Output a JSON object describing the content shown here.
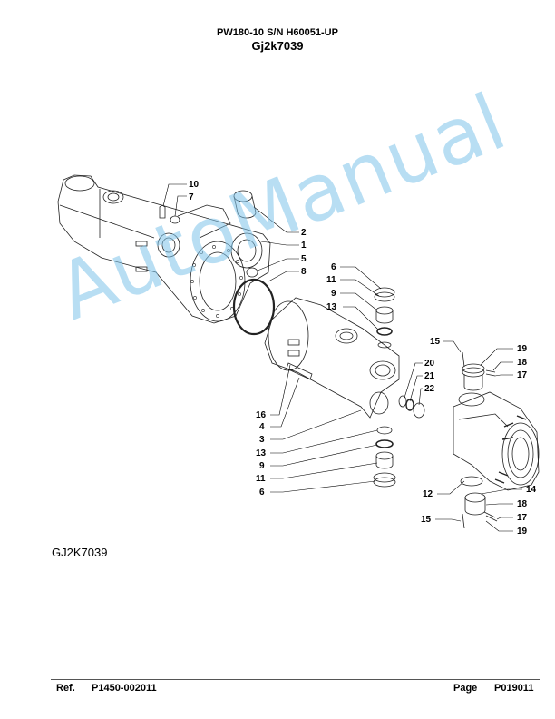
{
  "header": {
    "line1": "PW180-10 S/N H60051-UP",
    "line2": "Gj2k7039"
  },
  "figure_id": "GJ2K7039",
  "watermark": "AutoManual",
  "footer": {
    "ref_label": "Ref.",
    "ref_value": "P1450-002011",
    "page_label": "Page",
    "page_value": "P019011"
  },
  "callouts": {
    "c10": "10",
    "c7": "7",
    "c2": "2",
    "c1": "1",
    "c5": "5",
    "c8": "8",
    "c6a": "6",
    "c11a": "11",
    "c9a": "9",
    "c13a": "13",
    "c15a": "15",
    "c19a": "19",
    "c18a": "18",
    "c17a": "17",
    "c20": "20",
    "c21": "21",
    "c22": "22",
    "c16": "16",
    "c4": "4",
    "c3": "3",
    "c13b": "13",
    "c9b": "9",
    "c11b": "11",
    "c6b": "6",
    "c14": "14",
    "c12": "12",
    "c18b": "18",
    "c17b": "17",
    "c15b": "15",
    "c19b": "19"
  }
}
